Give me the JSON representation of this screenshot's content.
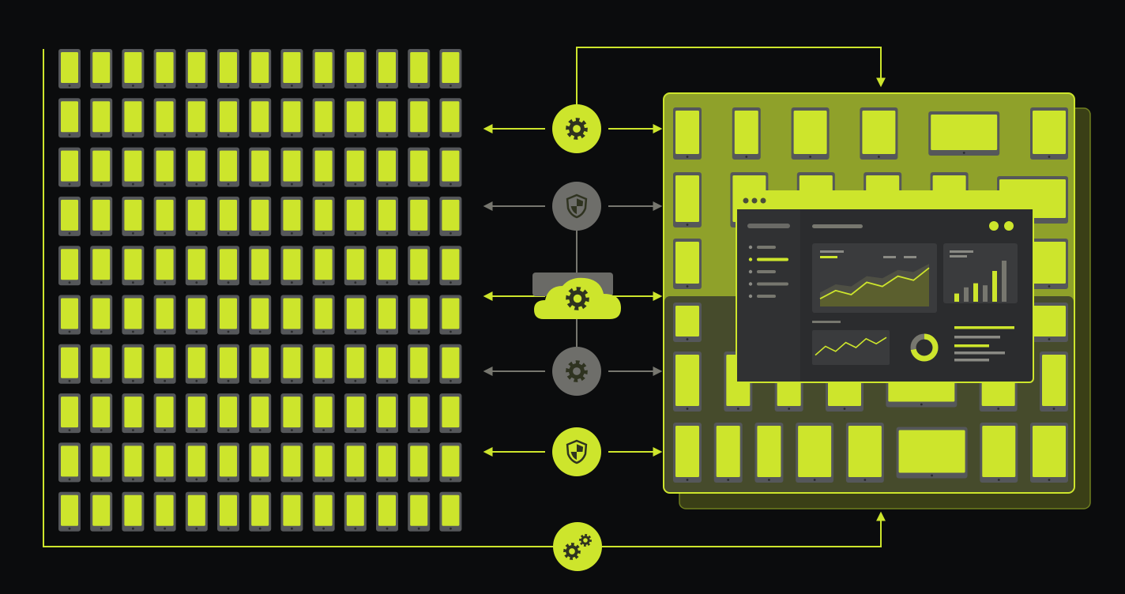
{
  "colors": {
    "background": "#0b0c0d",
    "accent": "#cde52c",
    "accent_dim": "#8fa12a",
    "device_frame": "#55575a",
    "node_dim": "#6e6e6a",
    "line_dim": "#77776f",
    "panel": "#2b2c2e",
    "panel_dark": "#1d1e1f",
    "chart_fill": "#5e612a"
  },
  "left_fleet": {
    "rows": 10,
    "cols": 13,
    "device_type": "phone"
  },
  "connectors": [
    {
      "icon": "gear-icon",
      "state": "active"
    },
    {
      "icon": "shield-icon",
      "state": "inactive"
    },
    {
      "icon": "cloud-gear-icon",
      "state": "active"
    },
    {
      "icon": "gear-icon",
      "state": "inactive"
    },
    {
      "icon": "shield-icon",
      "state": "active"
    }
  ],
  "bottom_connector": {
    "icon": "gears-icon",
    "state": "active"
  },
  "device_panel": {
    "rows": [
      [
        "phone",
        "phone",
        "tablet",
        "tablet",
        "tablet-landscape",
        "tablet"
      ],
      [
        "phone",
        "tablet",
        "tablet",
        "tablet",
        "tablet",
        "tablet-landscape"
      ],
      [
        "phone",
        "phone",
        "tablet",
        "tablet",
        "tablet",
        "tablet"
      ],
      [
        "phone",
        "phone",
        "tablet",
        "tablet",
        "tablet",
        "tablet"
      ],
      [
        "phone",
        "phone",
        "phone",
        "tablet",
        "tablet-landscape",
        "tablet",
        "phone"
      ],
      [
        "phone",
        "phone",
        "phone",
        "tablet",
        "tablet",
        "tablet-landscape",
        "tablet",
        "tablet"
      ]
    ]
  },
  "dashboard": {
    "window_dots": 3,
    "sidebar_items": 5,
    "active_sidebar_item": 1,
    "area_chart_series": [
      0.15,
      0.35,
      0.25,
      0.55,
      0.45,
      0.7,
      0.6,
      0.9
    ],
    "area_chart_back": [
      0.3,
      0.5,
      0.45,
      0.7,
      0.65,
      0.85,
      0.8,
      1.0
    ],
    "bar_chart_values": [
      0.2,
      0.35,
      0.45,
      0.4,
      0.75,
      1.0
    ],
    "bar_chart_highlight": [
      true,
      false,
      true,
      false,
      true,
      false
    ],
    "line_chart_values": [
      0.2,
      0.55,
      0.35,
      0.7,
      0.5,
      0.85,
      0.65,
      0.9
    ],
    "donut_fraction": 0.72
  }
}
